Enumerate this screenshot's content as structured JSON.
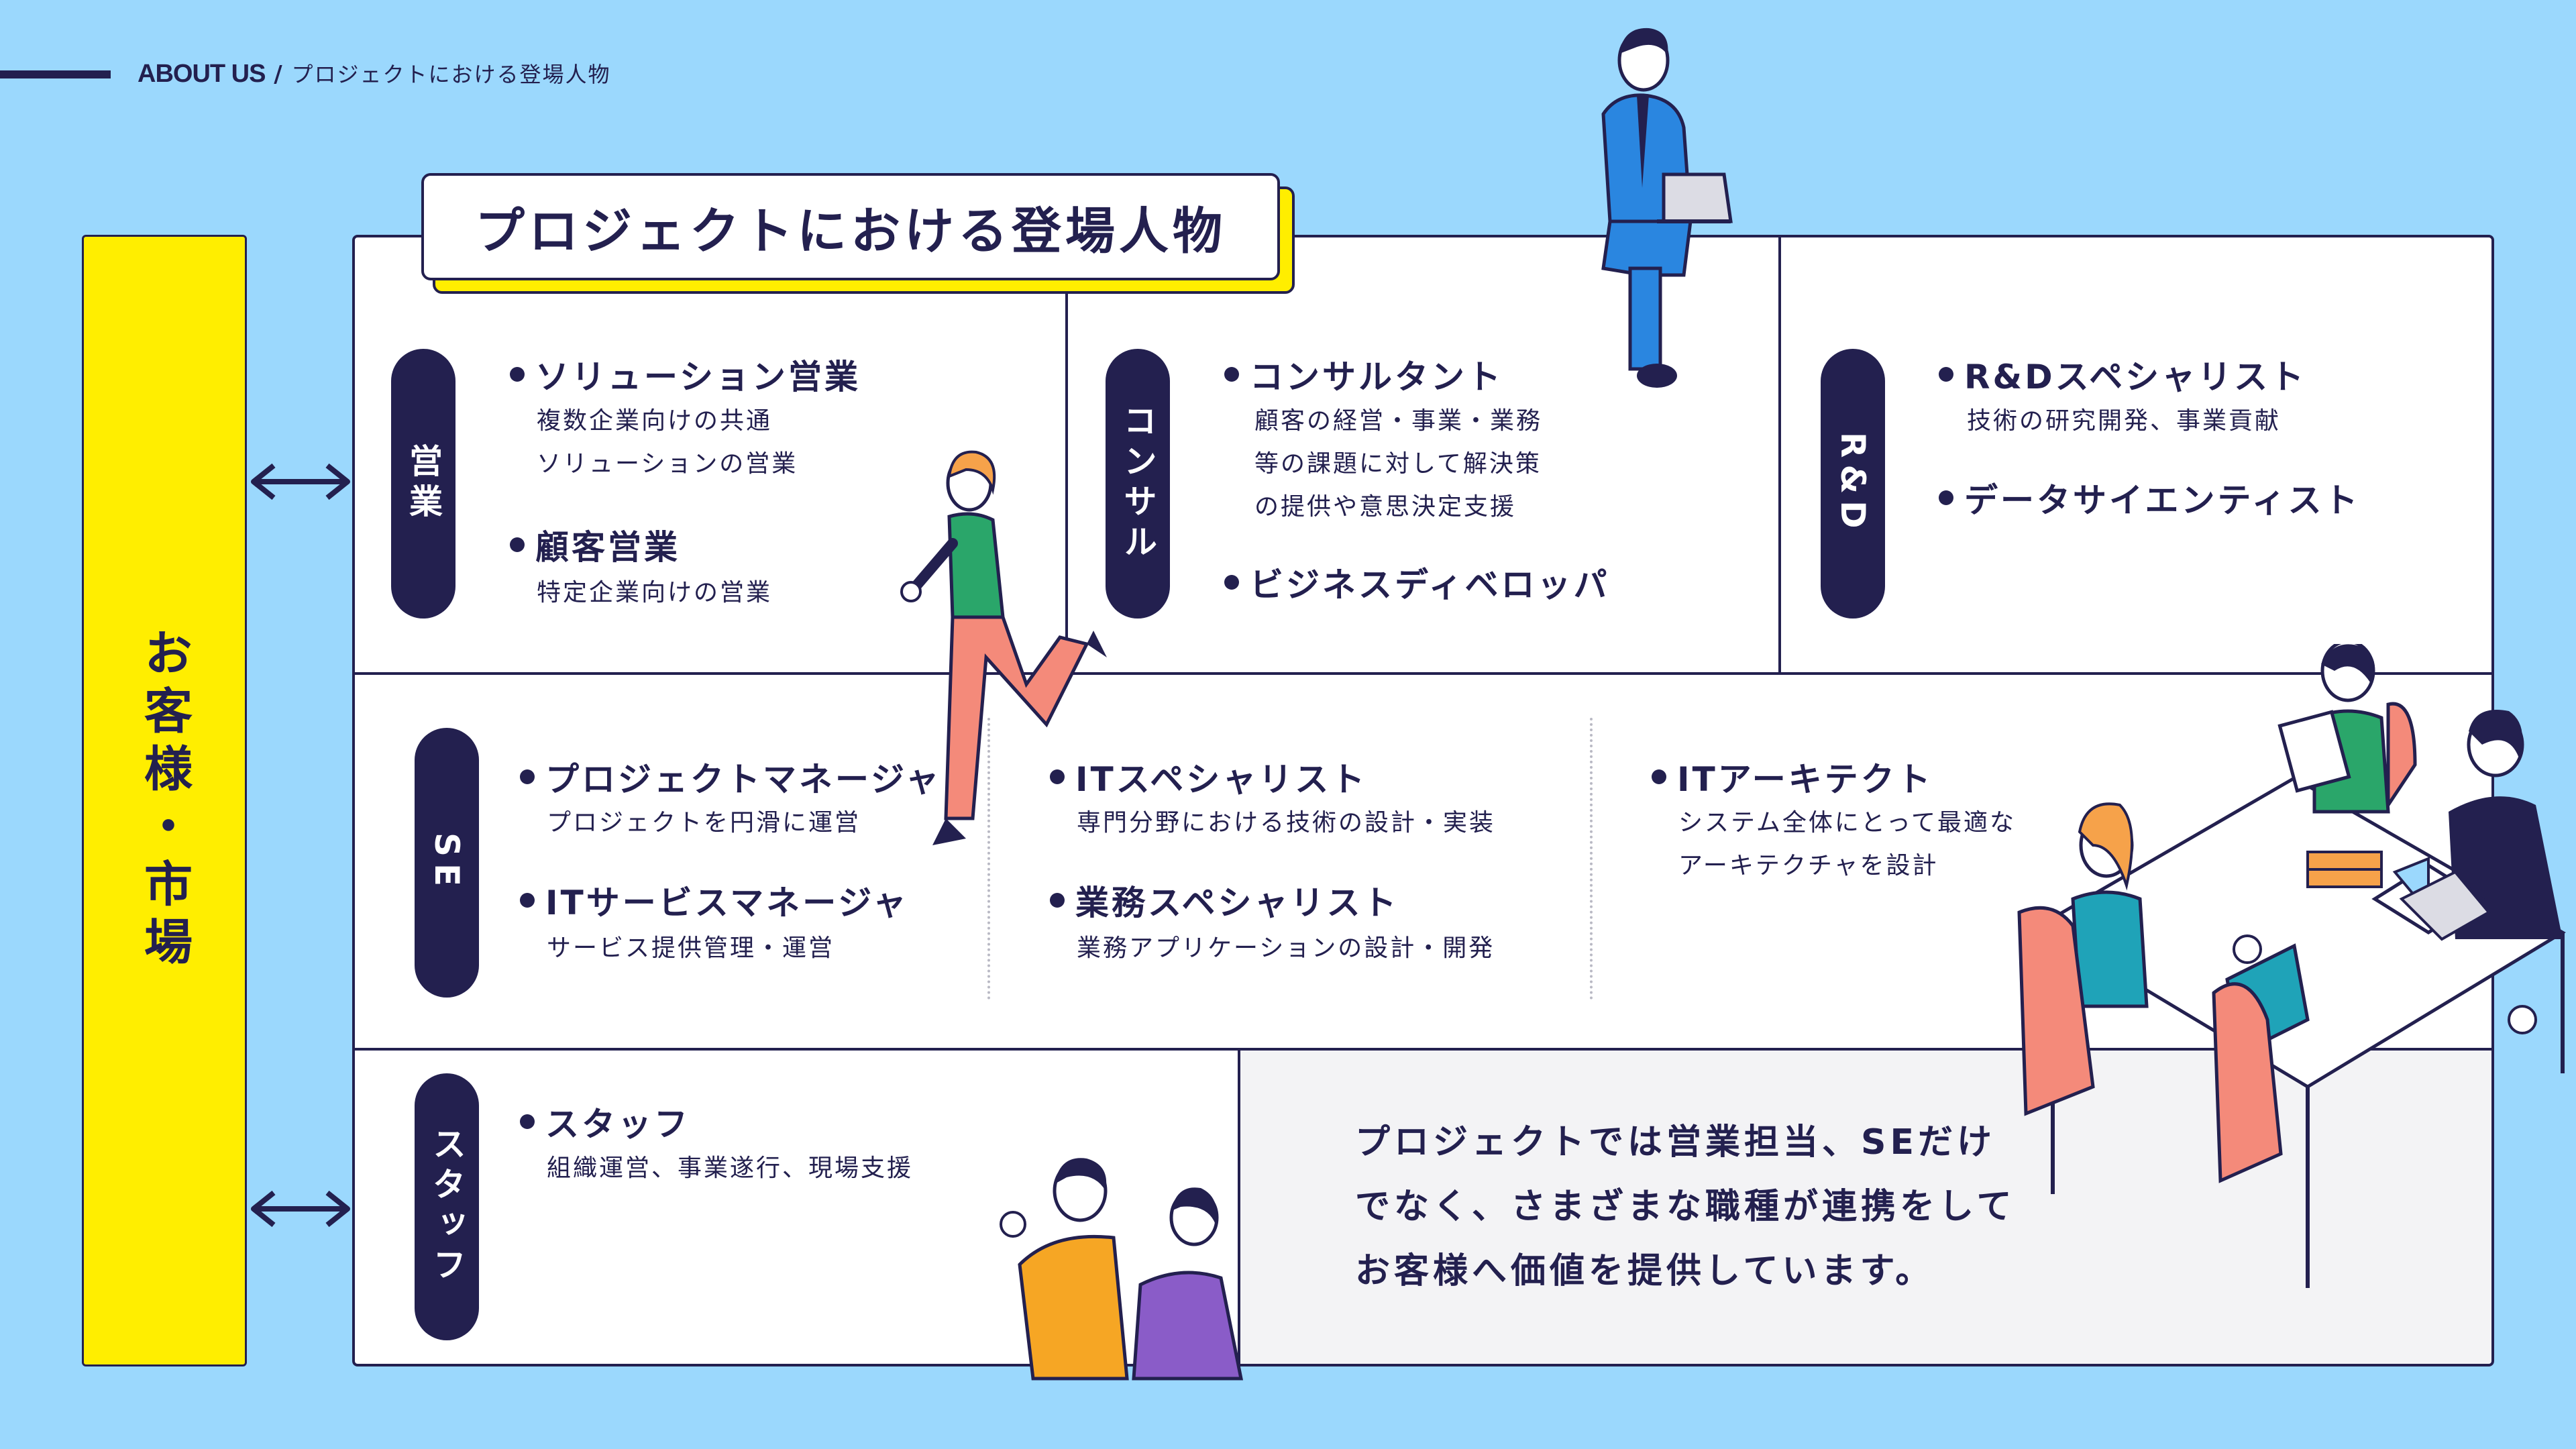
{
  "breadcrumb": {
    "section": "ABOUT US",
    "separator": " / ",
    "page": "プロジェクトにおける登場人物"
  },
  "title": "プロジェクトにおける登場人物",
  "customer_label": "お客様・市場",
  "categories": {
    "sales": {
      "label": "営業",
      "roles": [
        {
          "name": "ソリューション営業",
          "desc": "複数企業向けの共通\nソリューションの営業"
        },
        {
          "name": "顧客営業",
          "desc": "特定企業向けの営業"
        }
      ]
    },
    "consul": {
      "label": "コンサル",
      "roles": [
        {
          "name": "コンサルタント",
          "desc": "顧客の経営・事業・業務\n等の課題に対して解決策\nの提供や意思決定支援"
        },
        {
          "name": "ビジネスディベロッパ"
        }
      ]
    },
    "rd": {
      "label": "R&D",
      "roles": [
        {
          "name": "R&Dスペシャリスト",
          "desc": "技術の研究開発、事業貢献"
        },
        {
          "name": "データサイエンティスト"
        }
      ]
    },
    "se": {
      "label": "SE",
      "roles": [
        {
          "name": "プロジェクトマネージャ",
          "desc": "プロジェクトを円滑に運営"
        },
        {
          "name": "ITサービスマネージャ",
          "desc": "サービス提供管理・運営"
        },
        {
          "name": "ITスペシャリスト",
          "desc": "専門分野における技術の設計・実装"
        },
        {
          "name": "業務スペシャリスト",
          "desc": "業務アプリケーションの設計・開発"
        },
        {
          "name": "ITアーキテクト",
          "desc": "システム全体にとって最適な\nアーキテクチャを設計"
        }
      ]
    },
    "staff": {
      "label": "スタッフ",
      "roles": [
        {
          "name": "スタッフ",
          "desc": "組織運営、事業遂行、現場支援"
        }
      ]
    }
  },
  "note": "プロジェクトでは営業担当、SEだけ\nでなく、さまざまな職種が連携をして\nお客様へ価値を提供しています。",
  "colors": {
    "background": "#9bd8fd",
    "navy": "#23204f",
    "yellow": "#ffee00",
    "panel": "#ffffff",
    "note_bg": "#f3f3f5"
  }
}
